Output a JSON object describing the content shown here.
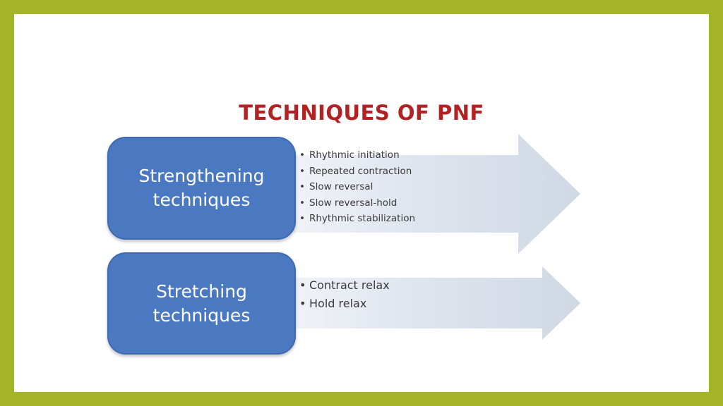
{
  "title": "TECHNIQUES OF PNF",
  "colors": {
    "frame": "#a3b526",
    "background": "#ffffff",
    "title": "#b22222",
    "box_fill": "#4a78c1",
    "arrow_fill": "#dfe5ee",
    "bullet_text": "#3a3a3a"
  },
  "groups": [
    {
      "label_line1": "Strengthening",
      "label_line2": "techniques",
      "items": [
        "Rhythmic initiation",
        "Repeated contraction",
        "Slow reversal",
        "Slow reversal-hold",
        "Rhythmic stabilization"
      ]
    },
    {
      "label_line1": "Stretching",
      "label_line2": "techniques",
      "items": [
        "Contract relax",
        "Hold relax"
      ]
    }
  ]
}
